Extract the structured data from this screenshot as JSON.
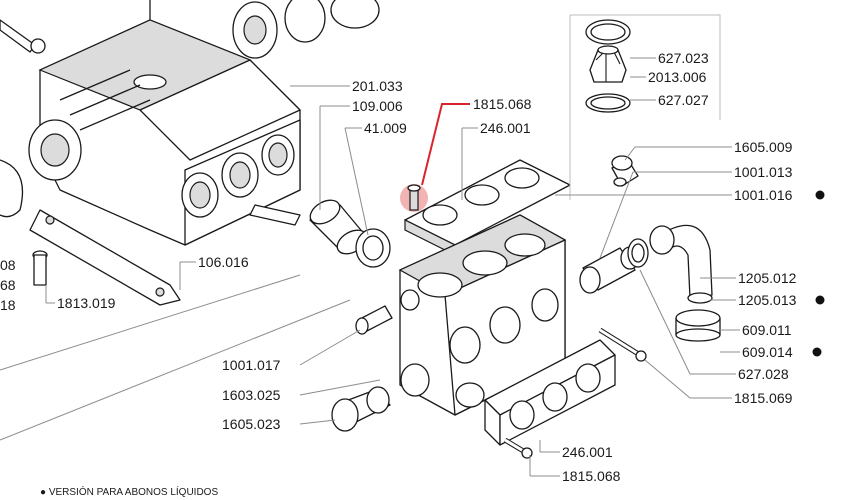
{
  "highlight_color": "#d8242b",
  "labels": {
    "l201033": "201.033",
    "l109006": "109.006",
    "l41009": "41.009",
    "l1815068_top": "1815.068",
    "l246001_top": "246.001",
    "l627023": "627.023",
    "l2013006": "2013.006",
    "l627027": "627.027",
    "l1605009": "1605.009",
    "l1001013": "1001.013",
    "l1001016": "1001.016",
    "l1205012": "1205.012",
    "l1205013": "1205.013",
    "l609011": "609.011",
    "l609014": "609.014",
    "l627028": "627.028",
    "l1815069": "1815.069",
    "l246001_bottom": "246.001",
    "l1815068_bottom": "1815.068",
    "l106016": "106.016",
    "l1813019": "1813.019",
    "l1001017": "1001.017",
    "l1603025": "1603.025",
    "l1605023": "1605.023",
    "l_left1": "08",
    "l_left2": "68",
    "l_left3": "18"
  },
  "legend": {
    "note": "● VERSIÓN PARA ABONOS LÍQUIDOS"
  }
}
